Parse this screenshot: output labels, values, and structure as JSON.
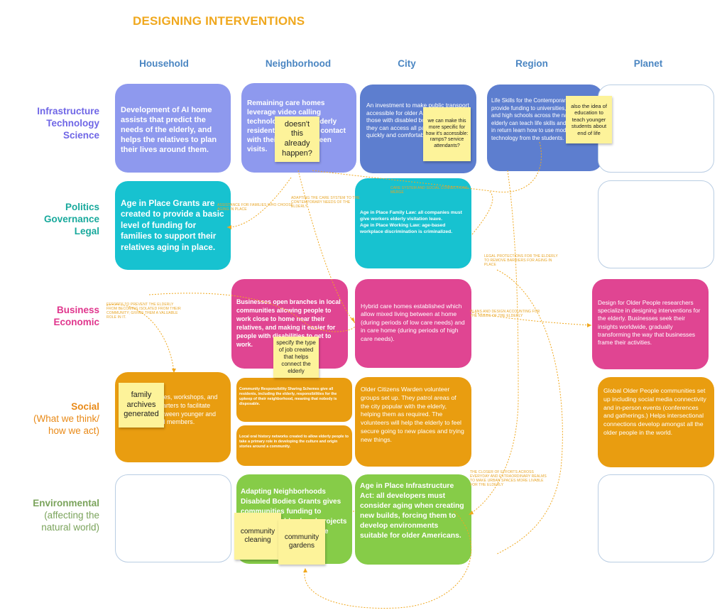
{
  "title": "DESIGNING INTERVENTIONS",
  "columns": [
    "Household",
    "Neighborhood",
    "City",
    "Region",
    "Planet"
  ],
  "rows": {
    "infrastructure": "Infrastructure\nTechnology\nScience",
    "politics": "Politics\nGovernance\nLegal",
    "business": "Business\nEconomic",
    "social_main": "Social",
    "social_sub": "(What we think/\nhow we act)",
    "env_main": "Environmental",
    "env_sub": "(affecting the\nnatural world)"
  },
  "cards": {
    "infra_household": "Development of AI home assists that predict the needs of the elderly, and helps the relatives to plan their lives around them.",
    "infra_neighborhood": "Remaining care homes leverage video calling technology to keep elderly residents in constant contact with their family between visits.",
    "infra_city": "An investment to make public transport accessible for older Americans and those with disabled bodies, so that they can access all parts of the city quickly and comfortably.",
    "infra_region": "Life Skills for the Contemporary Era Grants provide funding to universities, colleges, and high schools across the nation so the elderly can teach life skills and the elderly in return learn how to use modern technology from the students.",
    "politics_household": "Age in Place Grants are created to provide a basic level of funding for families to support their relatives aging in place.",
    "politics_city": "Age in Place Family Law: all companies must give workers elderly visitation leave.\nAge in Place Working Law: age-based workplace discrimination is criminalized.",
    "business_neighborhood": "Businesses open branches in local communities allowing people to work close to home near their relatives, and making it easier for people with disabilities to get to work.",
    "business_city": "Hybrid care homes established which allow mixed living between at home (during periods of low care needs) and in care home (during periods of high care needs).",
    "business_planet": "Design for Older People researchers specialize in designing interventions for the elderly. Businesses seek their insights worldwide, gradually transforming the way that businesses frame their activities.",
    "social_household": "A series of games, workshops, and conversation starters to facilitate connections between younger and older household members.",
    "social_neighborhood_1": "Community Responsibility Sharing Schemes give all residents, including the elderly, responsibilities for the upkeep of their neighborhood, meaning that nobody is disposable.",
    "social_neighborhood_2": "Local oral history networks created to allow elderly people to take a primary role in developing the culture and origin stories around a community.",
    "social_city": "Older Citizens Warden volunteer groups set up. They patrol areas of the city popular with the elderly, helping them as required. The volunteers will help the elderly to feel secure going to new places and trying new things.",
    "social_planet": "Global Older People communities set up including social media connectivity and in-person events (conferences and gatherings.) Helps intersectional connections develop amongst all the older people in the world.",
    "env_neighborhood": "Adapting Neighborhoods Disabled Bodies Grants gives communities funding to develop neighborhood projects making their spaces more liveable.",
    "env_city": "Age in Place Infrastructure Act: all developers must consider aging when creating new builds, forcing them to develop environments suitable for older Americans."
  },
  "stickies": {
    "s1": "doesn't this already happen?",
    "s2": "we can make this more specific for how it's accessible: ramps? service attendants?",
    "s3": "also the idea of education to teach younger students about end of life",
    "s4": "specify the type of job created that helps connect the elderly",
    "s5": "family archives generated",
    "s6": "community cleaning",
    "s7": "community gardens"
  },
  "annotations": {
    "a1": "ASSISTANCE FOR FAMILIES WHO CHOOSE AGING IN PLACE",
    "a2": "ADAPTING THE CARE SYSTEM TO THE CONTEMPORARY NEEDS OF THE ELDERLY",
    "a3": "CARE SYSTEM AND SOCIAL CONNECTIONS MERGE",
    "a4": "LEGAL PROTECTIONS FOR THE ELDERLY TO REMOVE BARRIERS FOR AGING IN PLACE",
    "a5": "EFFORTS TO PREVENT THE ELDERLY FROM BECOMING ISOLATED FROM THEIR COMMUNITY; GIVING THEM A VALUABLE ROLE IN IT.",
    "a6": "PLANS AND DESIGN ACCOUNTING FOR THE NEEDS OF THE ELDERLY",
    "a7": "THE CLOSER OF EFFORTS ACROSS EVERYDAY AND EXTRAORDINARY REALMS TO MAKE URBAN SPACES MORE LIVABLE FOR THE ELDERLY"
  },
  "colors": {
    "title": "#f0a81e",
    "column_header": "#4b86c2",
    "infra_row": "#6f66e6",
    "politics_row": "#18a99c",
    "business_row": "#e0368d",
    "social_row": "#e98a18",
    "env_row": "#7aa35b",
    "periwinkle": "#8e99ee",
    "blue": "#5d7ecf",
    "cyan": "#17c2d0",
    "magenta": "#e04592",
    "orange": "#e99d10",
    "green": "#86cc48",
    "sticky": "#fdf39a",
    "connector": "#f0a81e"
  }
}
